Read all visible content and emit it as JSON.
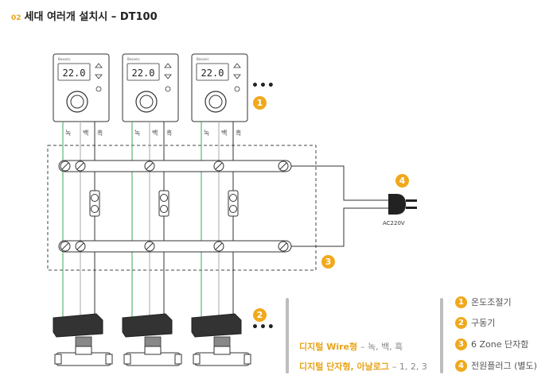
{
  "title": {
    "number": "02",
    "text": "세대 여러개 설치시 – DT100"
  },
  "thermostat": {
    "display": "22.0",
    "brand": "Bnsonic"
  },
  "wire_labels": [
    "녹",
    "백",
    "흑"
  ],
  "callouts": [
    "1",
    "2",
    "3",
    "4"
  ],
  "ellipsis": "•••",
  "power_label": "AC220V",
  "types": {
    "wire": {
      "prefix": "디지털 Wire형",
      "suffix": "– 녹, 백, 흑"
    },
    "terminal": {
      "prefix": "디지털 단자형, 아날로그",
      "suffix": "– 1, 2, 3"
    }
  },
  "legend": [
    {
      "num": "1",
      "label": "온도조절기"
    },
    {
      "num": "2",
      "label": "구동기"
    },
    {
      "num": "3",
      "label": "6 Zone 단자함"
    },
    {
      "num": "4",
      "label": "전원플러그 (별도)"
    }
  ],
  "colors": {
    "accent": "#f0a81c",
    "green_wire": "#3aaa5c",
    "line": "#333333"
  }
}
